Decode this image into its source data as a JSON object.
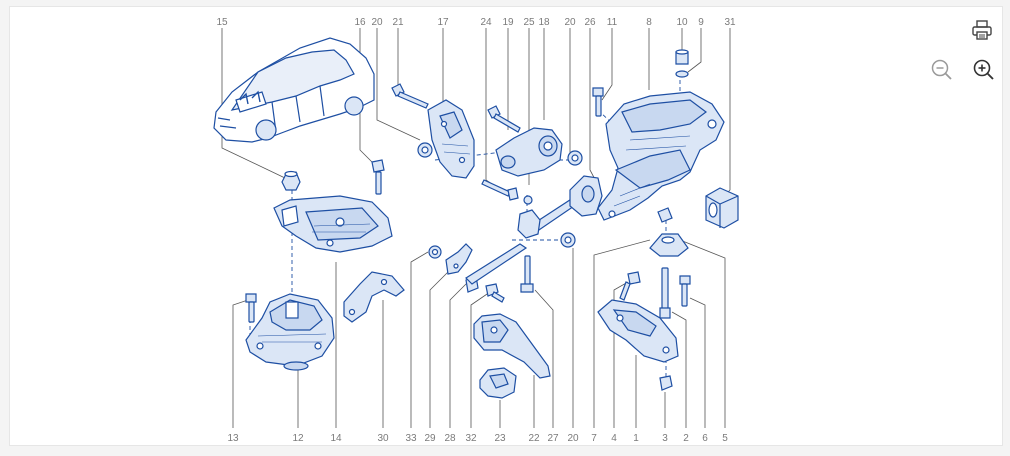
{
  "diagram": {
    "callouts_top": [
      "15",
      "16",
      "20",
      "21",
      "17",
      "24",
      "19",
      "25",
      "18",
      "20",
      "26",
      "11",
      "8",
      "10",
      "9",
      "31"
    ],
    "callouts_bottom": [
      "13",
      "12",
      "14",
      "30",
      "33",
      "29",
      "28",
      "32",
      "23",
      "22",
      "27",
      "20",
      "7",
      "4",
      "1",
      "3",
      "2",
      "6",
      "5"
    ],
    "line_color": "#1e4fa3",
    "fill_color": "#dbe6f6",
    "leader_color": "#555555"
  },
  "toolbar": {
    "print_icon": "printer-icon",
    "zoom_out_icon": "zoom-out-icon",
    "zoom_in_icon": "zoom-in-icon"
  }
}
